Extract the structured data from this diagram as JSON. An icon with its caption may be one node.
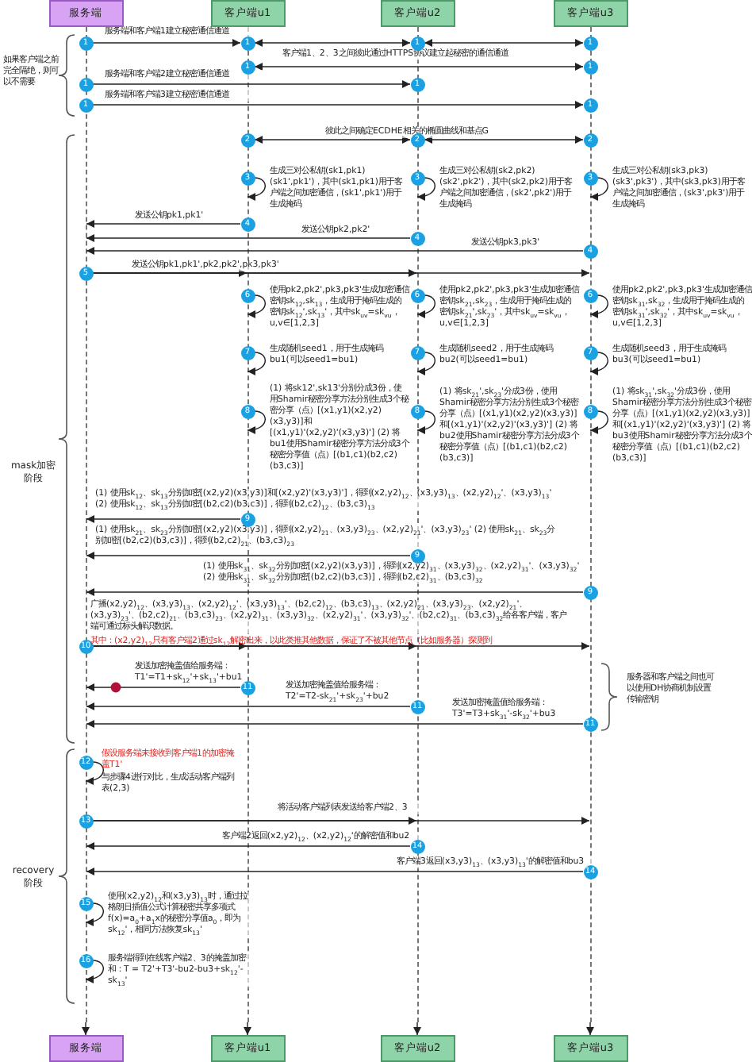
{
  "diagram": {
    "nodes": [
      {
        "text": [
          "服务端"
        ]
      },
      {
        "text": [
          "客户端u1"
        ]
      },
      {
        "text": [
          "客户端u2"
        ]
      },
      {
        "text": [
          "客户端u3"
        ]
      },
      {
        "text": [
          "1"
        ]
      },
      {
        "text": [
          "1"
        ]
      },
      {
        "text": [
          "1"
        ]
      },
      {
        "text": [
          "1"
        ]
      },
      {
        "text": [
          "1"
        ]
      },
      {
        "text": [
          "1"
        ]
      },
      {
        "text": [
          "1"
        ]
      },
      {
        "text": [
          "1"
        ]
      },
      {
        "text": [
          "1"
        ]
      },
      {
        "text": [
          "1"
        ]
      },
      {
        "text": [
          "2"
        ]
      },
      {
        "text": [
          "2"
        ]
      },
      {
        "text": [
          "2"
        ]
      },
      {
        "text": [
          "3"
        ]
      },
      {
        "text": [
          "3"
        ]
      },
      {
        "text": [
          "3"
        ]
      },
      {
        "text": [
          "4"
        ]
      },
      {
        "text": [
          "4"
        ]
      },
      {
        "text": [
          "4"
        ]
      },
      {
        "text": [
          "5"
        ]
      },
      {
        "text": [
          "6"
        ]
      },
      {
        "text": [
          "6"
        ]
      },
      {
        "text": [
          "6"
        ]
      },
      {
        "text": [
          "7"
        ]
      },
      {
        "text": [
          "7"
        ]
      },
      {
        "text": [
          "7"
        ]
      },
      {
        "text": [
          "8"
        ]
      },
      {
        "text": [
          "8"
        ]
      },
      {
        "text": [
          "8"
        ]
      },
      {
        "text": [
          "9"
        ]
      },
      {
        "text": [
          "9"
        ]
      },
      {
        "text": [
          "9"
        ]
      },
      {
        "text": [
          "10"
        ]
      },
      {
        "text": [
          "11"
        ]
      },
      {
        "text": [
          "11"
        ]
      },
      {
        "text": [
          "11"
        ]
      },
      {
        "text": [
          "12"
        ]
      },
      {
        "text": [
          "13"
        ]
      },
      {
        "text": [
          "14"
        ]
      },
      {
        "text": [
          "14"
        ]
      },
      {
        "text": [
          "15"
        ]
      },
      {
        "text": [
          "16"
        ]
      },
      {
        "text": [
          "服务端"
        ]
      },
      {
        "text": [
          "客户端u1"
        ]
      },
      {
        "text": [
          "客户端u2"
        ]
      },
      {
        "text": [
          "客户端u3"
        ]
      },
      {
        "text": [],
        "shape": "bar"
      },
      {
        "text": [],
        "shape": "bar"
      },
      {
        "text": [],
        "shape": "bar"
      },
      {
        "text": [],
        "shape": "bar"
      }
    ],
    "edges": [
      {
        "from": 50,
        "to": 46,
        "arrow": "to",
        "style": "dashed"
      },
      {
        "from": 51,
        "to": 47,
        "arrow": "to",
        "style": "dashed"
      },
      {
        "from": 52,
        "to": 48,
        "arrow": "to",
        "style": "dashed"
      },
      {
        "from": 53,
        "to": 49,
        "arrow": "to",
        "style": "dashed"
      },
      {
        "from": 4,
        "to": 5,
        "arrow": "to",
        "label": "服务端和客户端1建立秘密通信通道"
      },
      {
        "from": 5,
        "to": 6,
        "arrow": "both"
      },
      {
        "from": 6,
        "to": 7,
        "arrow": "both"
      },
      {
        "from": 8,
        "to": 9,
        "arrow": "both",
        "label": "客户端1、2、3之间彼此通过HTTPS协议建立起秘密的通信通道"
      },
      {
        "from": 10,
        "to": 11,
        "arrow": "to",
        "label": "服务端和客户端2建立秘密通信通道"
      },
      {
        "from": 12,
        "to": 13,
        "arrow": "to",
        "label": "服务端和客户端3建立秘密通信通道"
      },
      {
        "from": 14,
        "to": 15,
        "arrow": "both",
        "label": "彼此之间确定ECDHE相关的椭圆曲线和基点G"
      },
      {
        "from": 15,
        "to": 16,
        "arrow": "both"
      },
      {
        "from": 17,
        "to": 17,
        "arrow": "to",
        "label": "生成三对公私钥(sk1,pk1)(sk1',pk1')，其中(sk1,pk1)用于客户端之间加密通信，(sk1',pk1')用于生成掩码"
      },
      {
        "from": 18,
        "to": 18,
        "arrow": "to",
        "label": "生成三对公私钥(sk2,pk2)(sk2',pk2')，其中(sk2,pk2)用于客户端之间加密通信，(sk2',pk2')用于生成掩码"
      },
      {
        "from": 19,
        "to": 19,
        "arrow": "to",
        "label": "生成三对公私钥(sk3,pk3)(sk3',pk3')，其中(sk3,pk3)用于客户端之间加密通信，(sk3',pk3')用于生成掩码"
      },
      {
        "from": 20,
        "to": 50,
        "arrow": "to",
        "label": "发送公钥pk1,pk1'"
      },
      {
        "from": 21,
        "to": 50,
        "arrow": "to",
        "label": "发送公钥pk2,pk2'"
      },
      {
        "from": 22,
        "to": 50,
        "arrow": "to",
        "label": "发送公钥pk3,pk3'"
      },
      {
        "from": 23,
        "to": 51,
        "arrow": "to",
        "label": "发送公钥pk1,pk1',pk2,pk2',pk3,pk3'"
      },
      {
        "from": 23,
        "to": 52,
        "arrow": "to"
      },
      {
        "from": 23,
        "to": 53,
        "arrow": "to"
      },
      {
        "from": 24,
        "to": 24,
        "arrow": "to",
        "label": "使用pk2,pk2',pk3,pk3'生成加密通信密钥sk$_{12}$,sk$_{13}$，生成用于掩码生成的密钥sk$_{12}$',sk$_{13}$'，其中sk$_{uv}$=sk$_{vu}$，u,v∈[1,2,3]"
      },
      {
        "from": 25,
        "to": 25,
        "arrow": "to",
        "label": "使用pk2,pk2',pk3,pk3'生成加密通信密钥sk$_{21}$,sk$_{23}$，生成用于掩码生成的密钥sk$_{21}$',sk$_{23}$'，其中sk$_{uv}$=sk$_{vu}$，u,v∈[1,2,3]"
      },
      {
        "from": 26,
        "to": 26,
        "arrow": "to",
        "label": "使用pk2,pk2',pk3,pk3'生成加密通信密钥sk$_{31}$,sk$_{32}$，生成用于掩码生成的密钥sk$_{31}$',sk$_{32}$'，其中sk$_{uv}$=sk$_{vu}$，u,v∈[1,2,3]"
      },
      {
        "from": 27,
        "to": 27,
        "arrow": "to",
        "label": "生成随机seed1，用于生成掩码bu1(可以seed1=bu1)"
      },
      {
        "from": 28,
        "to": 28,
        "arrow": "to",
        "label": "生成随机seed2，用于生成掩码bu2(可以seed1=bu1)"
      },
      {
        "from": 29,
        "to": 29,
        "arrow": "to",
        "label": "生成随机seed3，用于生成掩码bu3(可以seed1=bu1)"
      },
      {
        "from": 30,
        "to": 30,
        "arrow": "to",
        "label": "(1) 将sk12',sk13'分别分成3份，使用Shamir秘密分享方法分别生成3个秘密分享（点）[(x1,y1)(x2,y2)(x3,y3)]和[(x1,y1)'(x2,y2)'(x3,y3)'] (2) 将bu1使用Shamir秘密分享方法分成3个秘密分享值（点）[(b1,c1)(b2,c2)(b3,c3)]"
      },
      {
        "from": 31,
        "to": 31,
        "arrow": "to",
        "label": "(1) 将sk$_{21}$',sk$_{23}$'分成3份，使用Shamir秘密分享方法分别生成3个秘密分享（点）[(x1,y1)(x2,y2)(x3,y3)]和[(x1,y1)'(x2,y2)'(x3,y3)'] (2) 将bu2使用Shamir秘密分享方法分成3个秘密分享值（点）[(b1,c1)(b2,c2)(b3,c3)]"
      },
      {
        "from": 32,
        "to": 32,
        "arrow": "to",
        "label": "(1) 将sk$_{31}$',sk$_{32}$'分成3份，使用Shamir秘密分享方法分别生成3个秘密分享（点）[(x1,y1)(x2,y2)(x3,y3)]和[(x1,y1)'(x2,y2)'(x3,y3)'] (2) 将bu3使用Shamir秘密分享方法分成3个秘密分享值（点）[(b1,c1)(b2,c2)(b3,c3)]"
      },
      {
        "from": 33,
        "to": 50,
        "arrow": "to",
        "label": "(1) 使用sk$_{12}$、sk$_{13}$分别加密[(x2,y2)(x3,y3)]和[(x2,y2)'(x3,y3)']，得到(x2,y2)$_{12}$、(x3,y3)$_{13}$、(x2,y2)$_{12}$'、(x3,y3)$_{13}$' (2) 使用sk$_{12}$、sk$_{13}$分别加密[(b2,c2)(b3,c3)]，得到(b2,c2)$_{12}$、(b3,c3)$_{13}$"
      },
      {
        "from": 34,
        "to": 50,
        "arrow": "to",
        "label": "(1) 使用sk$_{21}$、sk$_{23}$分别加密[(x2,y2)(x3,y3)]，得到(x2,y2)$_{21}$、(x3,y3)$_{23}$、(x2,y2)$_{21}$'、(x3,y3)$_{23}$' (2) 使用sk$_{21}$、sk$_{23}$分别加密[(b2,c2)(b3,c3)]，得到(b2,c2)$_{21}$、(b3,c3)$_{23}$"
      },
      {
        "from": 35,
        "to": 50,
        "arrow": "to",
        "label": "(1) 使用sk$_{31}$、sk$_{32}$分别加密[(x2,y2)(x3,y3)]，得到(x2,y2)$_{31}$、(x3,y3)$_{32}$、(x2,y2)$_{31}$'、(x3,y3)$_{32}$' (2) 使用sk$_{31}$、sk$_{32}$分别加密[(b2,c2)(b3,c3)]，得到(b2,c2)$_{31}$、(b3,c3)$_{32}$"
      },
      {
        "from": 36,
        "to": 51,
        "arrow": "to",
        "label": "广播(x2,y2)$_{12}$、(x3,y3)$_{13}$、(x2,y2)$_{12}$'、(x3,y3)$_{13}$'、(b2,c2)$_{12}$、(b3,c3)$_{13}$、(x2,y2)$_{21}$、(x3,y3)$_{23}$、(x2,y2)$_{21}$'、(x3,y3)$_{23}$'、(b2,c2)$_{21}$、(b3,c3)$_{23}$、(x2,y2)$_{31}$、(x3,y3)$_{32}$、(x2,y2)$_{31}$'、(x3,y3)$_{32}$'、(b2,c2)$_{31}$、(b3,c3)$_{32}$给各客户端，客户端可通过标头解识数据。"
      },
      {
        "from": 36,
        "to": 52,
        "arrow": "to"
      },
      {
        "from": 36,
        "to": 53,
        "arrow": "to"
      },
      {
        "from": 37,
        "to": 50,
        "arrow": "to",
        "label": "发送加密掩盖值给服务端：T1'=T1+sk$_{12}$'+sk$_{13}$'+bu1"
      },
      {
        "from": 38,
        "to": 50,
        "arrow": "to",
        "label": "发送加密掩盖值给服务端：T2'=T2-sk$_{21}$'+sk$_{23}$'+bu2"
      },
      {
        "from": 39,
        "to": 50,
        "arrow": "to",
        "label": "发送加密掩盖值给服务端：T3'=T3+sk$_{31}$'-sk$_{32}$'+bu3"
      },
      {
        "from": 40,
        "to": 40,
        "arrow": "to"
      },
      {
        "from": 41,
        "to": 52,
        "arrow": "to",
        "label": "将活动客户端列表发送给客户端2、3"
      },
      {
        "from": 41,
        "to": 53,
        "arrow": "to"
      },
      {
        "from": 42,
        "to": 50,
        "arrow": "to",
        "label": "客户端2返回(x2,y2)$_{12}$、(x2,y2)$_{12}$'的解密值和bu2"
      },
      {
        "from": 43,
        "to": 50,
        "arrow": "to",
        "label": "客户端3返回(x3,y3)$_{13}$、(x3,y3)$_{13}$'的解密值和bu3"
      },
      {
        "from": 44,
        "to": 44,
        "arrow": "to",
        "label": "使用(x2,y2)$_{12}$和(x3,y3)$_{13}$时，通过拉格朗日插值公式计算秘密共享多项式f(x)=a$_{0}$+a$_{1}$x的秘密分享值a$_{0}$，即为sk$_{12}$'，相同方法恢复sk$_{13}$'"
      },
      {
        "from": 45,
        "to": 45,
        "arrow": "to",
        "label": "服务端得到在线客户端2、3的掩盖加密和：T = T2'+T3'-bu2-bu3+sk$_{12}$'-sk$_{13}$'"
      }
    ],
    "labels": [
      "如果客户端之前完全隔绝，则可以不需要",
      "mask加密阶段",
      "其中：(x2,y2)$_{12}$只有客户端2通过sk$_{12}$解密出来，以此类推其他数据，保证了不被其他节点（比如服务器）探测到",
      "服务器和客户端之间也可以使用DH协商机制设置传输密钥",
      "假设服务端未接收到客户端1的加密掩盖T1'",
      "与步骤4进行对比，生成活动客户端列表(2,3)",
      "recovery 阶段"
    ]
  }
}
